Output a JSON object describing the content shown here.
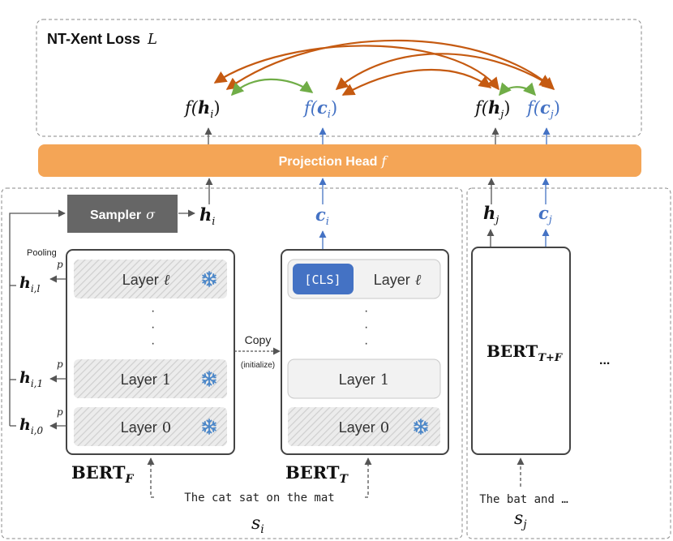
{
  "loss_box": {
    "title": "NT-Xent Loss",
    "symbol": "L"
  },
  "loss_terms": {
    "f_hi": {
      "f": "f(",
      "var": "h",
      "sub": "i",
      "close": ")"
    },
    "f_ci": {
      "f": "f(",
      "var": "c",
      "sub": "i",
      "close": ")"
    },
    "f_hj": {
      "f": "f(",
      "var": "h",
      "sub": "j",
      "close": ")"
    },
    "f_cj": {
      "f": "f(",
      "var": "c",
      "sub": "j",
      "close": ")"
    }
  },
  "projection_head": {
    "label": "Projection Head",
    "symbol": "f"
  },
  "sampler": {
    "label": "Sampler",
    "symbol": "σ"
  },
  "outputs": {
    "h_i": {
      "var": "h",
      "sub": "i"
    },
    "c_i": {
      "var": "c",
      "sub": "i"
    },
    "h_j": {
      "var": "h",
      "sub": "j"
    },
    "c_j": {
      "var": "c",
      "sub": "j"
    }
  },
  "pooling": {
    "label": "Pooling",
    "p": "p"
  },
  "pooled": {
    "h_il": {
      "var": "h",
      "sub": "i,l"
    },
    "h_i1": {
      "var": "h",
      "sub": "i,1"
    },
    "h_i0": {
      "var": "h",
      "sub": "i,0"
    }
  },
  "bert_f": {
    "name": "BERT",
    "sub": "F",
    "layers": [
      {
        "label": "Layer",
        "index": "ℓ"
      },
      {
        "label": "Layer",
        "index": "1"
      },
      {
        "label": "Layer",
        "index": "0"
      }
    ]
  },
  "bert_t": {
    "name": "BERT",
    "sub": "T",
    "cls": "[CLS]",
    "layers": [
      {
        "label": "Layer",
        "index": "ℓ"
      },
      {
        "label": "Layer",
        "index": "1"
      },
      {
        "label": "Layer",
        "index": "0"
      }
    ]
  },
  "copy": {
    "label": "Copy",
    "note": "(initialize)"
  },
  "bert_tf": {
    "name": "BERT",
    "sub": "T+F"
  },
  "ellipsis": "...",
  "sentence_i": {
    "text": "The cat sat on the mat",
    "var": "s",
    "sub": "i"
  },
  "sentence_j": {
    "text": "The bat and …",
    "var": "s",
    "sub": "j"
  },
  "colors": {
    "orange_arrow": "#c55a11",
    "green_arrow": "#70ad47",
    "blue": "#4472c4",
    "projection": "#f4a556",
    "sampler": "#666666"
  }
}
